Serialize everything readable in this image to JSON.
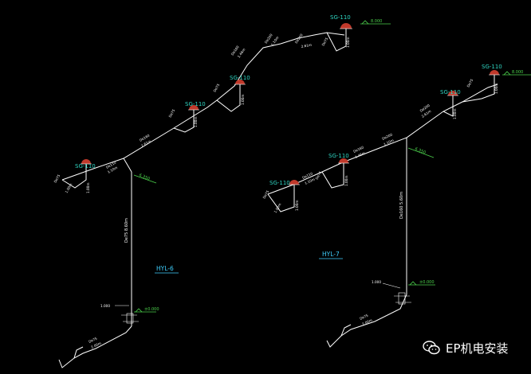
{
  "drawing": {
    "systems": [
      {
        "id": "hyl6",
        "tag": "HYL-6"
      },
      {
        "id": "hyl7",
        "tag": "HYL-7"
      }
    ],
    "outlet_labels": [
      "SG-110",
      "SG-110",
      "SG-110",
      "SG-110",
      "SG-110",
      "SG-110",
      "SG-110",
      "SG-110"
    ],
    "roof_level_labels": [
      "8.000",
      "8.000"
    ],
    "riser_level_labels": [
      "6.350",
      "6.350"
    ],
    "ground_level_labels": [
      "±0.000",
      "±0.000"
    ],
    "pipe_text": {
      "size_a": "De110",
      "size_b": "De75",
      "size_c": "De160",
      "size_d": "De200",
      "len_a": "1.10m",
      "len_b": "1.46m",
      "len_c": "1.00m",
      "len_d": "2.61m",
      "riser_a": "De75  8.60m",
      "riser_b": "De160  5.60m",
      "branch_low": "1.000",
      "outlet_a": "De75",
      "outlet_b": "2.00m"
    }
  },
  "watermark": {
    "text": "EP机电安装",
    "icon": "wechat-icon"
  }
}
